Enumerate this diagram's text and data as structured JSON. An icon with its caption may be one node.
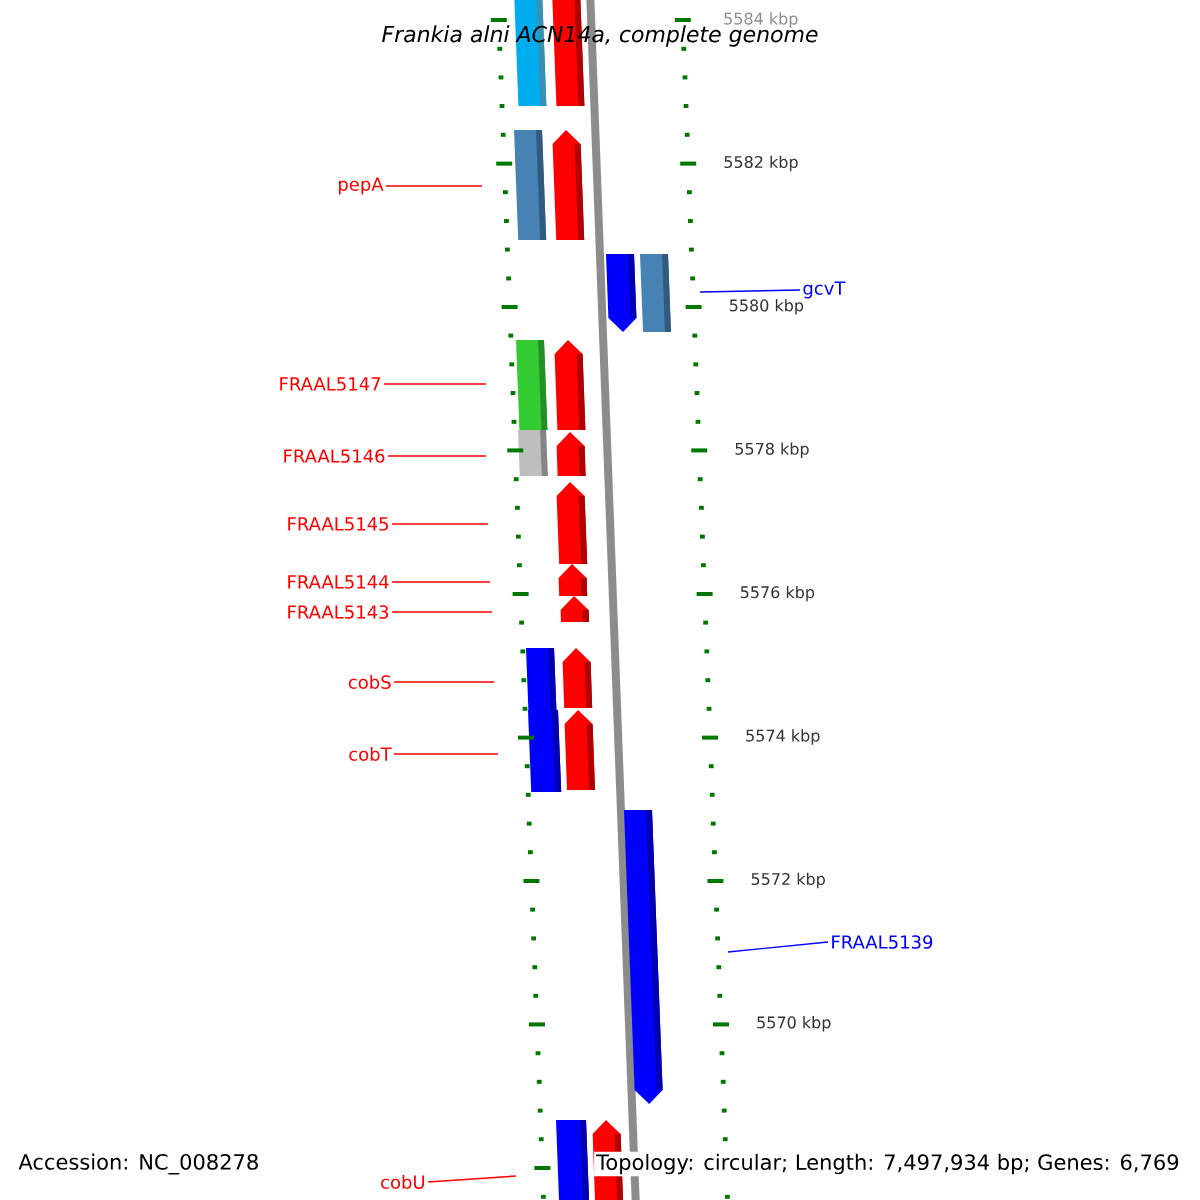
{
  "diagram": {
    "title": "Frankia alni ACN14a, complete genome",
    "nodes": [
      {
        "text": [
          "pepA"
        ]
      },
      {
        "text": [
          "gcvT"
        ]
      },
      {
        "text": [
          "FRAAL5147"
        ]
      },
      {
        "text": [
          "FRAAL5146"
        ]
      },
      {
        "text": [
          "FRAAL5145"
        ]
      },
      {
        "text": [
          "FRAAL5144"
        ]
      },
      {
        "text": [
          "FRAAL5143"
        ]
      },
      {
        "text": [
          "cobS"
        ]
      },
      {
        "text": [
          "cobT"
        ]
      },
      {
        "text": [
          "FRAAL5139"
        ]
      },
      {
        "text": [
          "cobU"
        ]
      }
    ],
    "edges": [
      {
        "from": 0,
        "to": null,
        "arrow": "none"
      },
      {
        "from": 1,
        "to": null,
        "arrow": "none",
        "color": "#0000ff"
      },
      {
        "from": 2,
        "to": null,
        "arrow": "none"
      },
      {
        "from": 3,
        "to": null,
        "arrow": "none"
      },
      {
        "from": 4,
        "to": null,
        "arrow": "none"
      },
      {
        "from": 5,
        "to": null,
        "arrow": "none"
      },
      {
        "from": 6,
        "to": null,
        "arrow": "none"
      },
      {
        "from": 7,
        "to": null,
        "arrow": "none"
      },
      {
        "from": 8,
        "to": null,
        "arrow": "none"
      },
      {
        "from": 9,
        "to": null,
        "arrow": "none",
        "color": "#0000ff"
      },
      {
        "from": 10,
        "to": null,
        "arrow": "none"
      }
    ],
    "labels": [
      "5584 kbp",
      "5582 kbp",
      "5580 kbp",
      "5578 kbp",
      "5576 kbp",
      "5574 kbp",
      "5572 kbp",
      "5570 kbp",
      "Accession: NC_008278",
      "Topology: circular; Length: 7,497,934 bp; Genes: 6,769"
    ]
  }
}
